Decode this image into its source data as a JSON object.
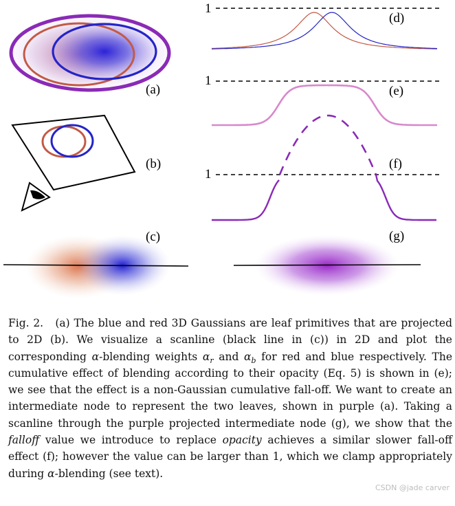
{
  "figure": {
    "labels": {
      "a": "(a)",
      "b": "(b)",
      "c": "(c)",
      "d": "(d)",
      "e": "(e)",
      "f": "(f)",
      "g": "(g)"
    },
    "unit_label": "1",
    "colors": {
      "blue": "#2424c8",
      "red": "#c25a45",
      "purple": "#8a2ab6",
      "pink": "#d888cc",
      "black": "#000000"
    }
  },
  "caption": {
    "fig_label": "Fig. 2.",
    "segments": [
      {
        "text": "(a) The blue and red 3D Gaussians are leaf primitives that are projected to 2D (b). We visualize a scanline (black line in (c)) in 2D and plot the corresponding "
      },
      {
        "text": "α",
        "italic": true
      },
      {
        "text": "-blending weights "
      },
      {
        "text": "α",
        "italic": true
      },
      {
        "text": "r",
        "italic": true,
        "sub": true
      },
      {
        "text": " and "
      },
      {
        "text": "α",
        "italic": true
      },
      {
        "text": "b",
        "italic": true,
        "sub": true
      },
      {
        "text": " for red and blue respectively. The cumulative effect of blending according to their opacity (Eq. 5) is shown in (e); we see that the effect is a non-Gaussian cumulative fall-off. We want to create an intermediate node to represent the two leaves, shown in purple (a). Taking a scanline through the purple projected intermediate node (g), we show that the "
      },
      {
        "text": "falloff",
        "italic": true
      },
      {
        "text": " value we introduce to replace "
      },
      {
        "text": "opacity",
        "italic": true
      },
      {
        "text": " achieves a similar slower fall-off effect (f); however the value can be larger than 1, which we clamp appropriately during "
      },
      {
        "text": "α",
        "italic": true
      },
      {
        "text": "-blending (see text)."
      }
    ]
  },
  "watermark": "CSDN @jade carver"
}
